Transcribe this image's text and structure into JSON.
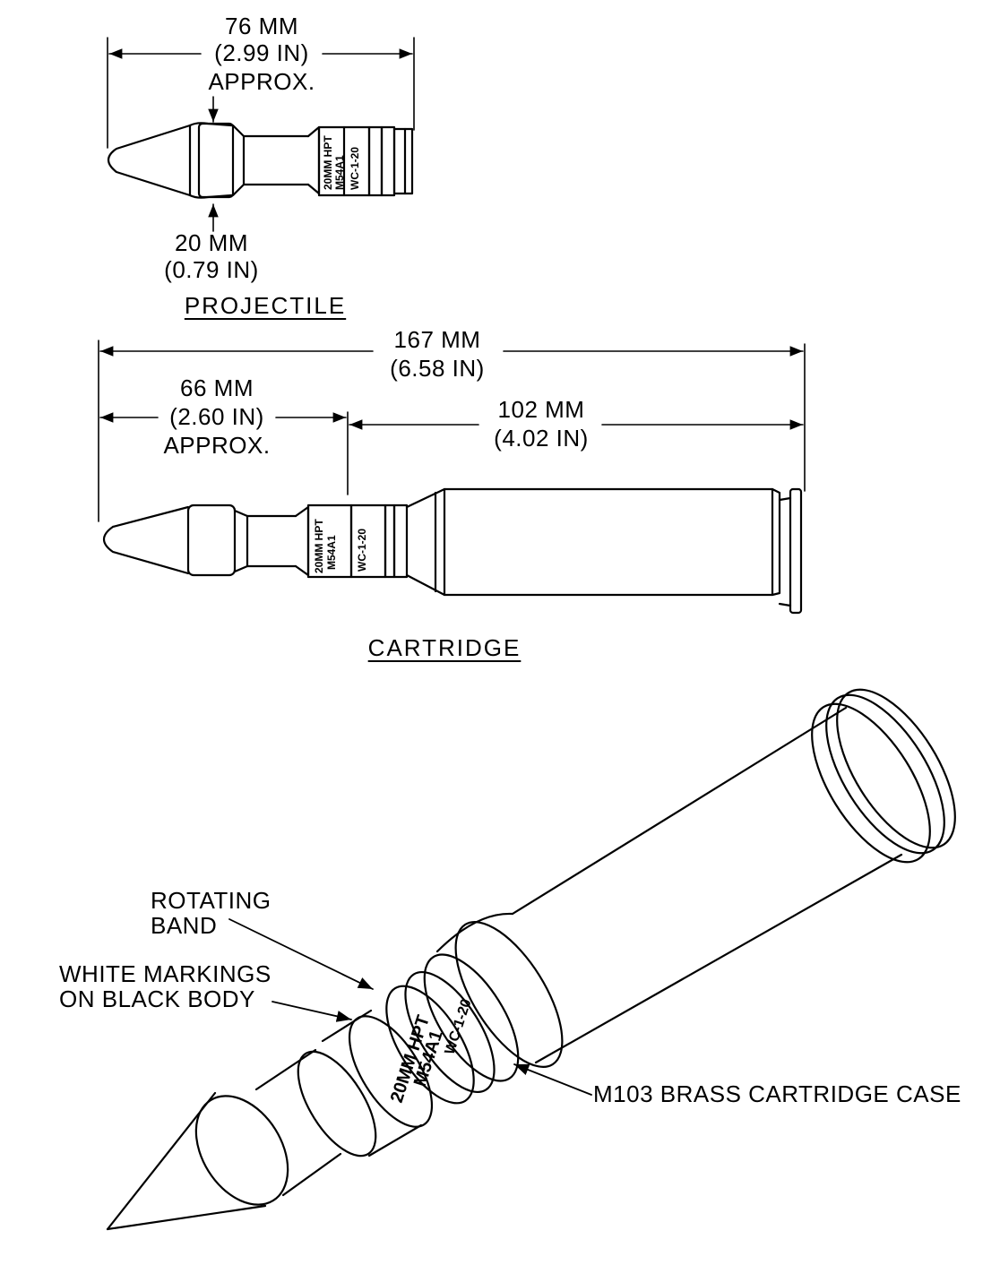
{
  "projectile": {
    "length": {
      "mm": "76 MM",
      "in": "(2.99 IN)",
      "note": "APPROX."
    },
    "diameter": {
      "mm": "20 MM",
      "in": "(0.79 IN)"
    },
    "caption": "PROJECTILE",
    "marking": {
      "line1": "20MM HPT",
      "line2": "M54A1",
      "line3": "WC-1-20"
    }
  },
  "cartridge": {
    "overall": {
      "mm": "167 MM",
      "in": "(6.58 IN)"
    },
    "projectile_part": {
      "mm": "66 MM",
      "in": "(2.60 IN)",
      "note": "APPROX."
    },
    "case_part": {
      "mm": "102 MM",
      "in": "(4.02 IN)"
    },
    "caption": "CARTRIDGE",
    "marking": {
      "line1": "20MM HPT",
      "line2": "M54A1",
      "line3": "WC-1-20"
    }
  },
  "perspective": {
    "callouts": {
      "rotating_band": {
        "line1": "ROTATING",
        "line2": "BAND"
      },
      "white_markings": {
        "line1": "WHITE MARKINGS",
        "line2": "ON BLACK BODY"
      },
      "case": "M103 BRASS CARTRIDGE CASE"
    },
    "marking": {
      "line1": "20MM HPT",
      "line2": "M54A1",
      "line3": "WC-1-20"
    }
  }
}
